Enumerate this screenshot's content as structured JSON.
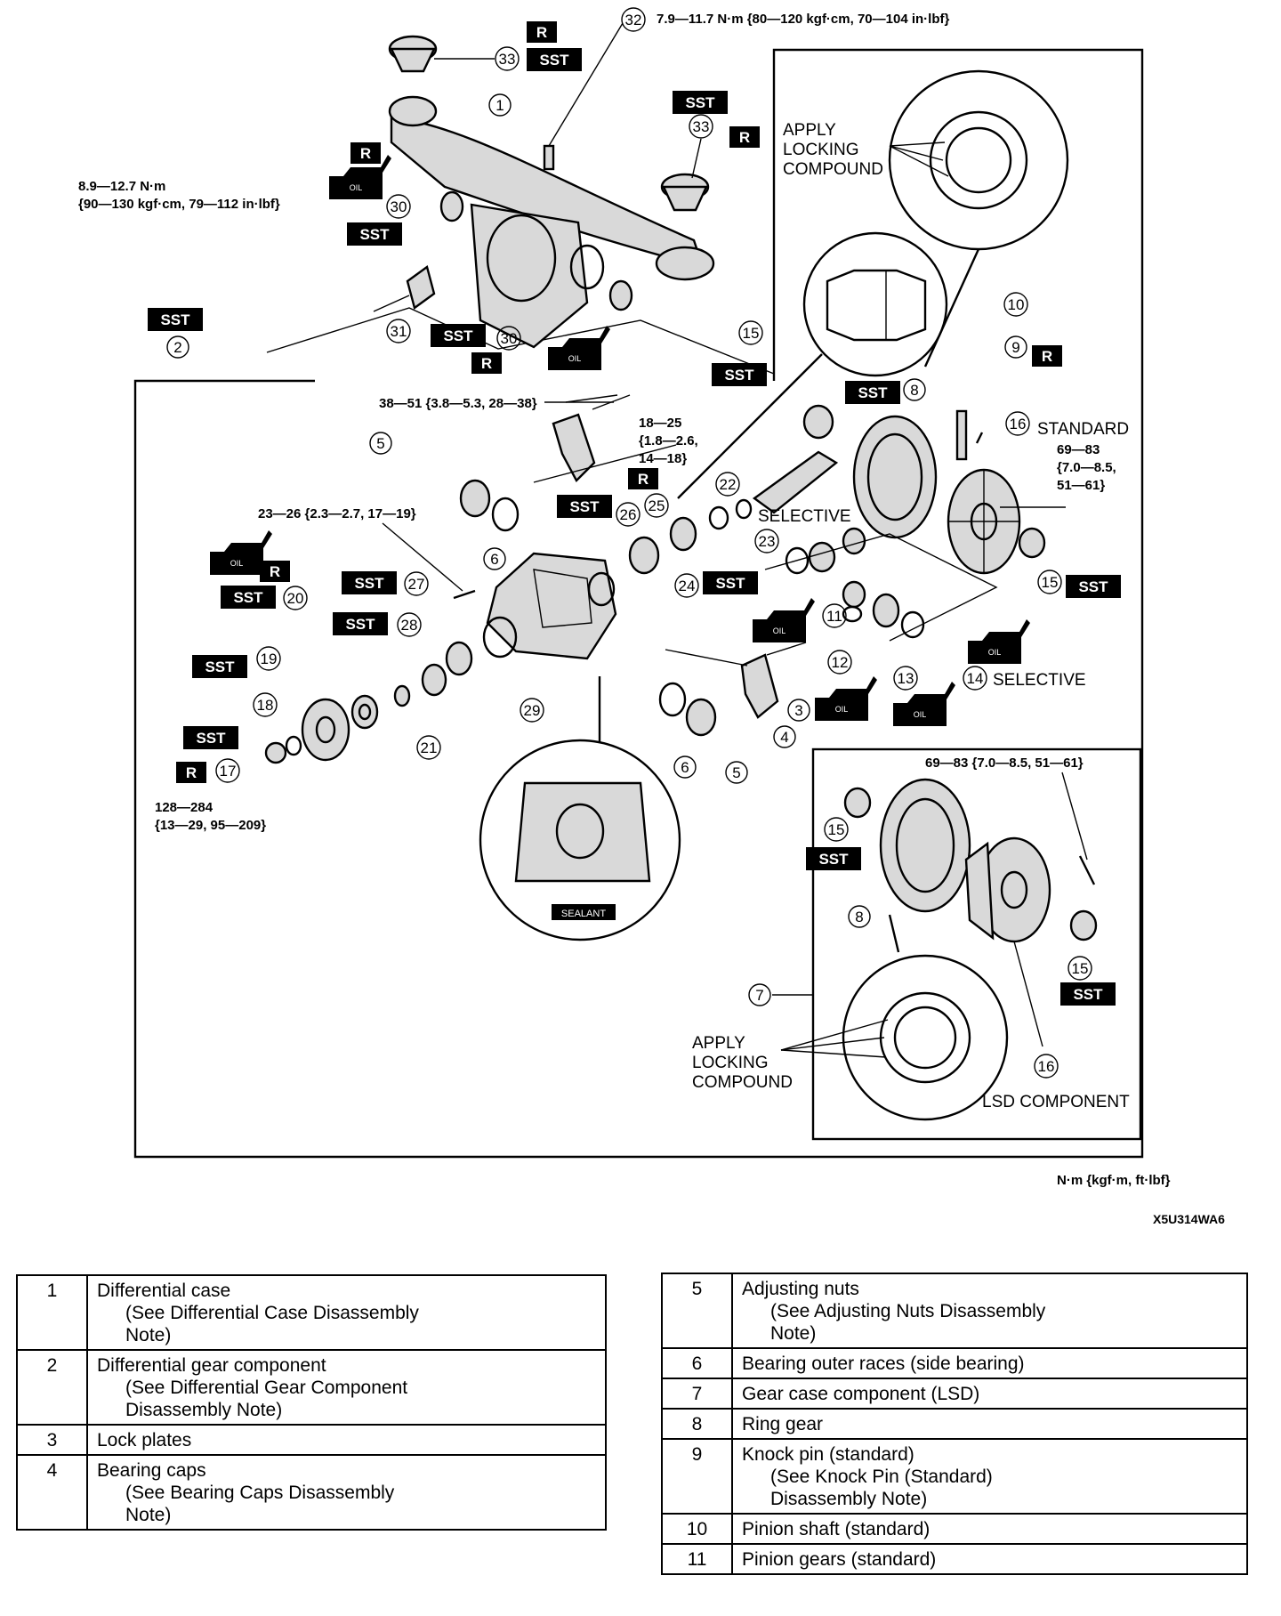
{
  "diagram": {
    "torque_top": "7.9—11.7 N·m {80—120 kgf·cm, 70—104 in·lbf}",
    "torque_left_1": "8.9—12.7 N·m",
    "torque_left_2": "{90—130 kgf·cm, 79—112 in·lbf}",
    "torque_mid_1": "38—51 {3.8—5.3, 28—38}",
    "torque_18_1": "18—25",
    "torque_18_2": "{1.8—2.6,",
    "torque_18_3": "14—18}",
    "torque_23": "23—26 {2.3—2.7, 17—19}",
    "torque_std_1": "69—83",
    "torque_std_2": "{7.0—8.5,",
    "torque_std_3": "51—61}",
    "torque_lsd": "69—83 {7.0—8.5, 51—61}",
    "torque_nut_1": "128—284",
    "torque_nut_2": "{13—29, 95—209}",
    "apply_1": "APPLY",
    "apply_2": "LOCKING",
    "apply_3": "COMPOUND",
    "selective": "SELECTIVE",
    "standard": "STANDARD",
    "lsd_component": "LSD COMPONENT",
    "sealant": "SEALANT",
    "oil": "OIL",
    "tag_r": "R",
    "tag_sst": "SST",
    "numbers": [
      "1",
      "2",
      "3",
      "4",
      "5",
      "6",
      "7",
      "8",
      "9",
      "10",
      "11",
      "12",
      "13",
      "14",
      "15",
      "16",
      "17",
      "18",
      "19",
      "20",
      "21",
      "22",
      "23",
      "24",
      "25",
      "26",
      "27",
      "28",
      "29",
      "30",
      "31",
      "32",
      "33"
    ]
  },
  "units_label": "N·m {kgf·m, ft·lbf}",
  "figure_id": "X5U314WA6",
  "legend_left": [
    {
      "no": "1",
      "name": "Differential case",
      "note": "(See Differential Case Disassembly\n   Note)"
    },
    {
      "no": "2",
      "name": "Differential gear component",
      "note": "(See Differential Gear Component\n   Disassembly Note)"
    },
    {
      "no": "3",
      "name": "Lock plates",
      "note": ""
    },
    {
      "no": "4",
      "name": "Bearing caps",
      "note": "(See Bearing Caps Disassembly\n   Note)"
    }
  ],
  "legend_right": [
    {
      "no": "5",
      "name": "Adjusting nuts",
      "note": "(See Adjusting Nuts Disassembly\n   Note)"
    },
    {
      "no": "6",
      "name": "Bearing outer races (side bearing)",
      "note": ""
    },
    {
      "no": "7",
      "name": "Gear case component (LSD)",
      "note": ""
    },
    {
      "no": "8",
      "name": "Ring gear",
      "note": ""
    },
    {
      "no": "9",
      "name": "Knock pin (standard)",
      "note": "(See Knock Pin (Standard)\n   Disassembly Note)"
    },
    {
      "no": "10",
      "name": "Pinion shaft (standard)",
      "note": ""
    },
    {
      "no": "11",
      "name": "Pinion gears (standard)",
      "note": ""
    }
  ]
}
